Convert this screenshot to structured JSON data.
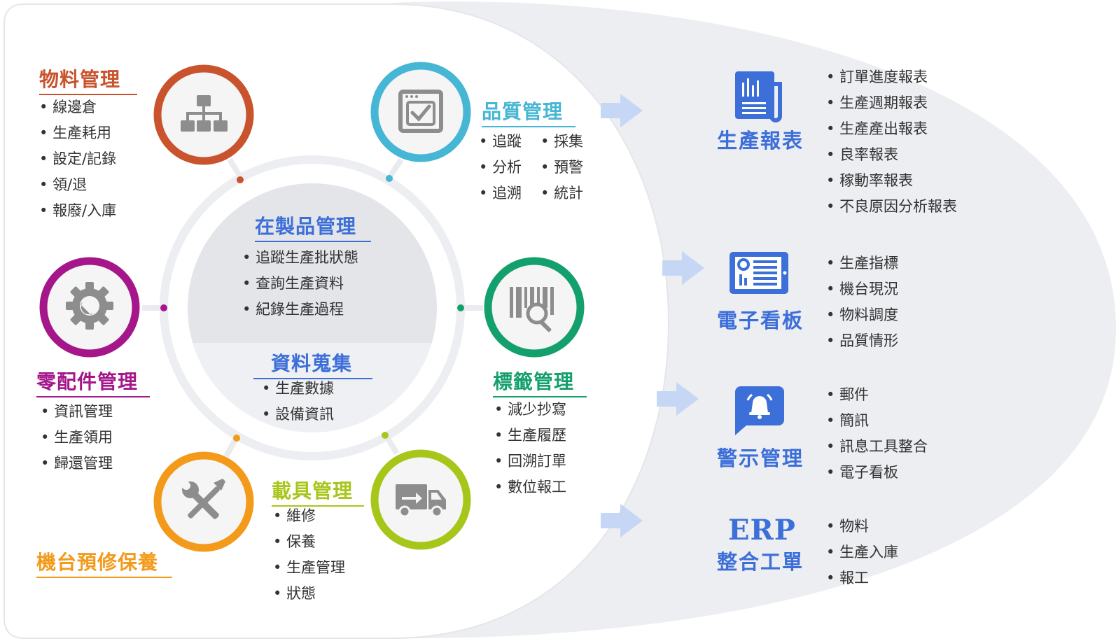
{
  "colors": {
    "material": "#c9532c",
    "quality": "#45b6d3",
    "parts": "#a4168a",
    "label": "#13a06c",
    "machine": "#f39a1a",
    "carrier": "#a7c61a",
    "wip": "#3d6fd9",
    "right": "#3d6fd9"
  },
  "modules": {
    "material": {
      "title": "物料管理",
      "icon": "hierarchy-icon",
      "items": [
        "線邊倉",
        "生產耗用",
        "設定/記錄",
        "領/退",
        "報廢/入庫"
      ]
    },
    "quality": {
      "title": "品質管理",
      "icon": "checkbox-window-icon",
      "items": [
        "追蹤",
        "採集",
        "分析",
        "預警",
        "追溯",
        "統計"
      ]
    },
    "parts": {
      "title": "零配件管理",
      "icon": "gear-wrench-icon",
      "items": [
        "資訊管理",
        "生產領用",
        "歸還管理"
      ]
    },
    "label": {
      "title": "標籤管理",
      "icon": "barcode-magnifier-icon",
      "items": [
        "減少抄寫",
        "生產履歷",
        "回溯訂單",
        "數位報工"
      ]
    },
    "machine": {
      "title": "機台預修保養",
      "icon": "tools-icon"
    },
    "carrier": {
      "title": "載具管理",
      "icon": "truck-icon",
      "items": [
        "維修",
        "保養",
        "生產管理",
        "狀態"
      ]
    }
  },
  "center": {
    "wip_title": "在製品管理",
    "wip_items": [
      "追蹤生產批狀態",
      "查詢生產資料",
      "紀錄生產過程"
    ],
    "collect_title": "資料蒐集",
    "collect_items": [
      "生產數據",
      "設備資訊"
    ]
  },
  "outputs": {
    "report": {
      "title": "生產報表",
      "icon": "report-document-icon",
      "items": [
        "訂單進度報表",
        "生產週期報表",
        "生產產出報表",
        "良率報表",
        "稼動率報表",
        "不良原因分析報表"
      ]
    },
    "board": {
      "title": "電子看板",
      "icon": "dashboard-screen-icon",
      "items": [
        "生產指標",
        "機台現況",
        "物料調度",
        "品質情形"
      ]
    },
    "alert": {
      "title": "警示管理",
      "icon": "alarm-bell-icon",
      "items": [
        "郵件",
        "簡訊",
        "訊息工具整合",
        "電子看板"
      ]
    },
    "erp": {
      "title_top": "ERP",
      "title_bottom": "整合工單",
      "items": [
        "物料",
        "生產入庫",
        "報工"
      ]
    }
  }
}
